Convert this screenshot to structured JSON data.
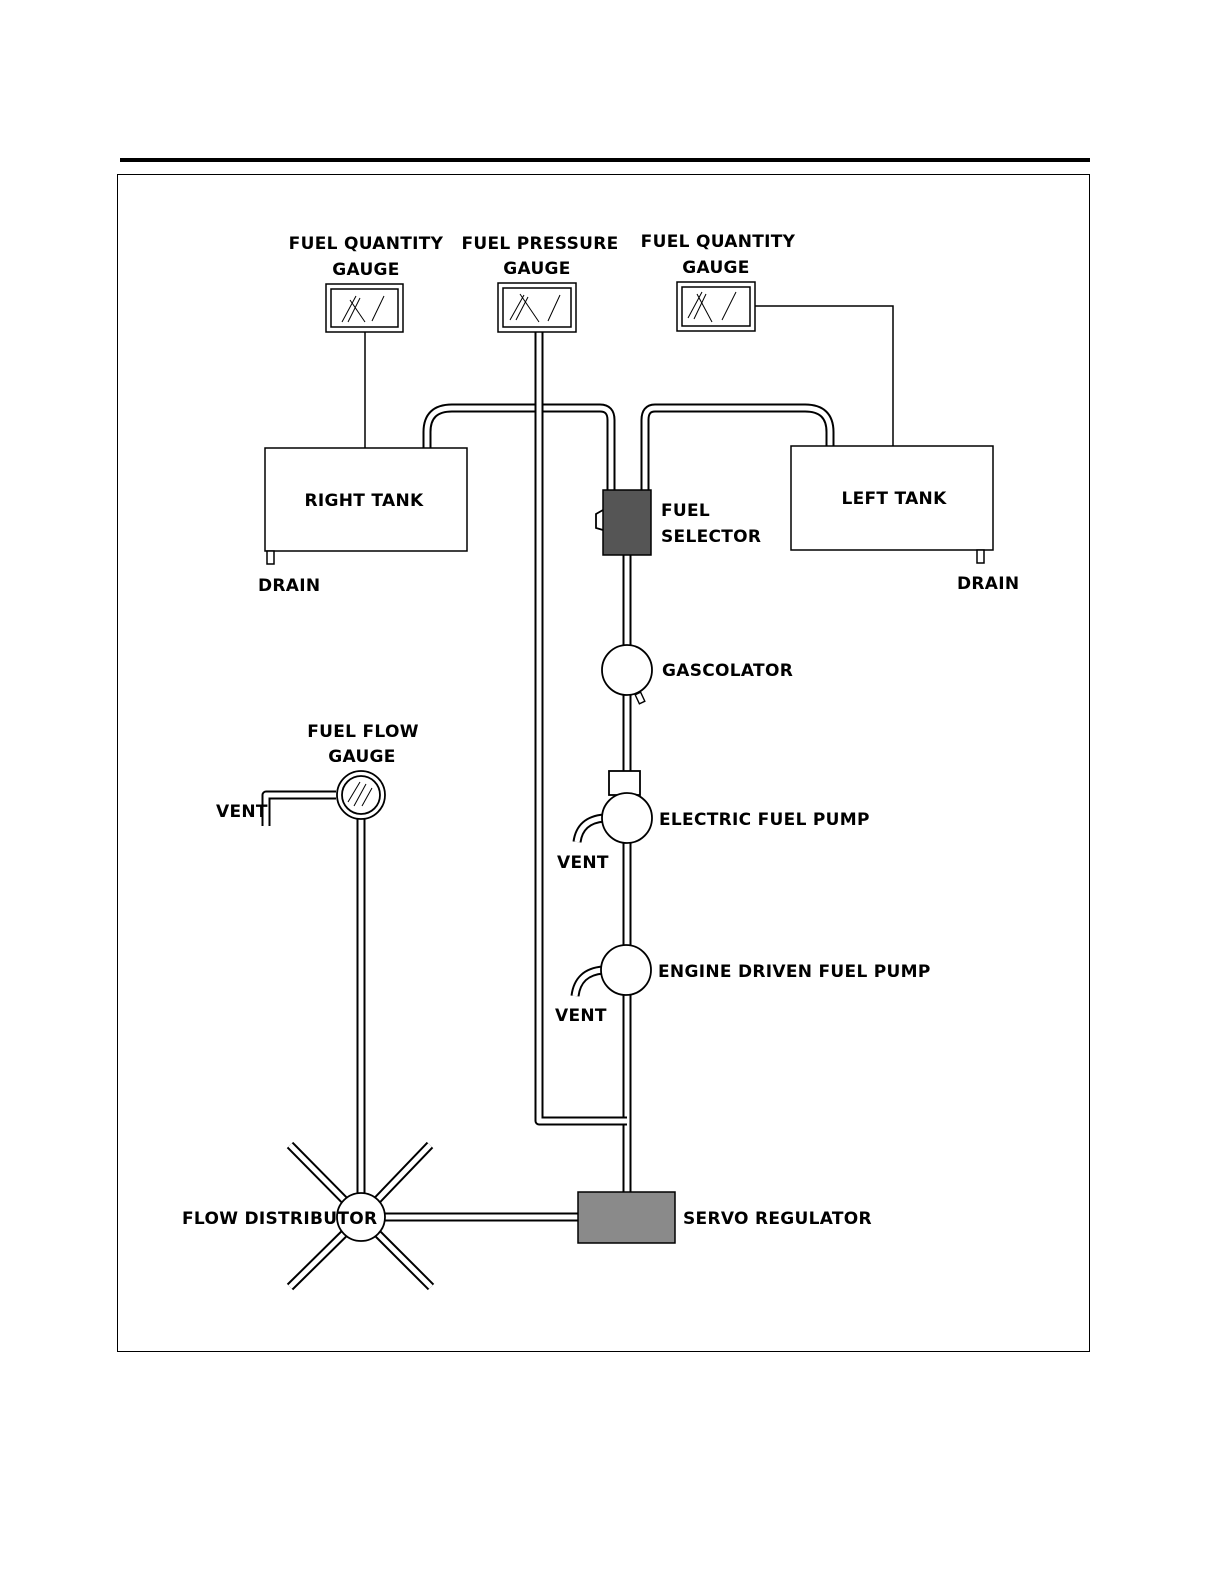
{
  "labels": {
    "fuel_quantity_gauge_right_line1": "FUEL QUANTITY",
    "fuel_quantity_gauge_right_line2": "GAUGE",
    "fuel_pressure_gauge_line1": "FUEL PRESSURE",
    "fuel_pressure_gauge_line2": "GAUGE",
    "fuel_quantity_gauge_left_line1": "FUEL QUANTITY",
    "fuel_quantity_gauge_left_line2": "GAUGE",
    "right_tank": "RIGHT TANK",
    "left_tank": "LEFT TANK",
    "drain_right": "DRAIN",
    "drain_left": "DRAIN",
    "fuel_selector_line1": "FUEL",
    "fuel_selector_line2": "SELECTOR",
    "gascolator": "GASCOLATOR",
    "fuel_flow_gauge_line1": "FUEL FLOW",
    "fuel_flow_gauge_line2": "GAUGE",
    "vent_flow": "VENT",
    "electric_fuel_pump": "ELECTRIC FUEL PUMP",
    "vent_electric": "VENT",
    "engine_driven_fuel_pump": "ENGINE DRIVEN FUEL PUMP",
    "vent_engine": "VENT",
    "flow_distributor": "FLOW DISTRIBUTOR",
    "servo_regulator": "SERVO REGULATOR"
  }
}
